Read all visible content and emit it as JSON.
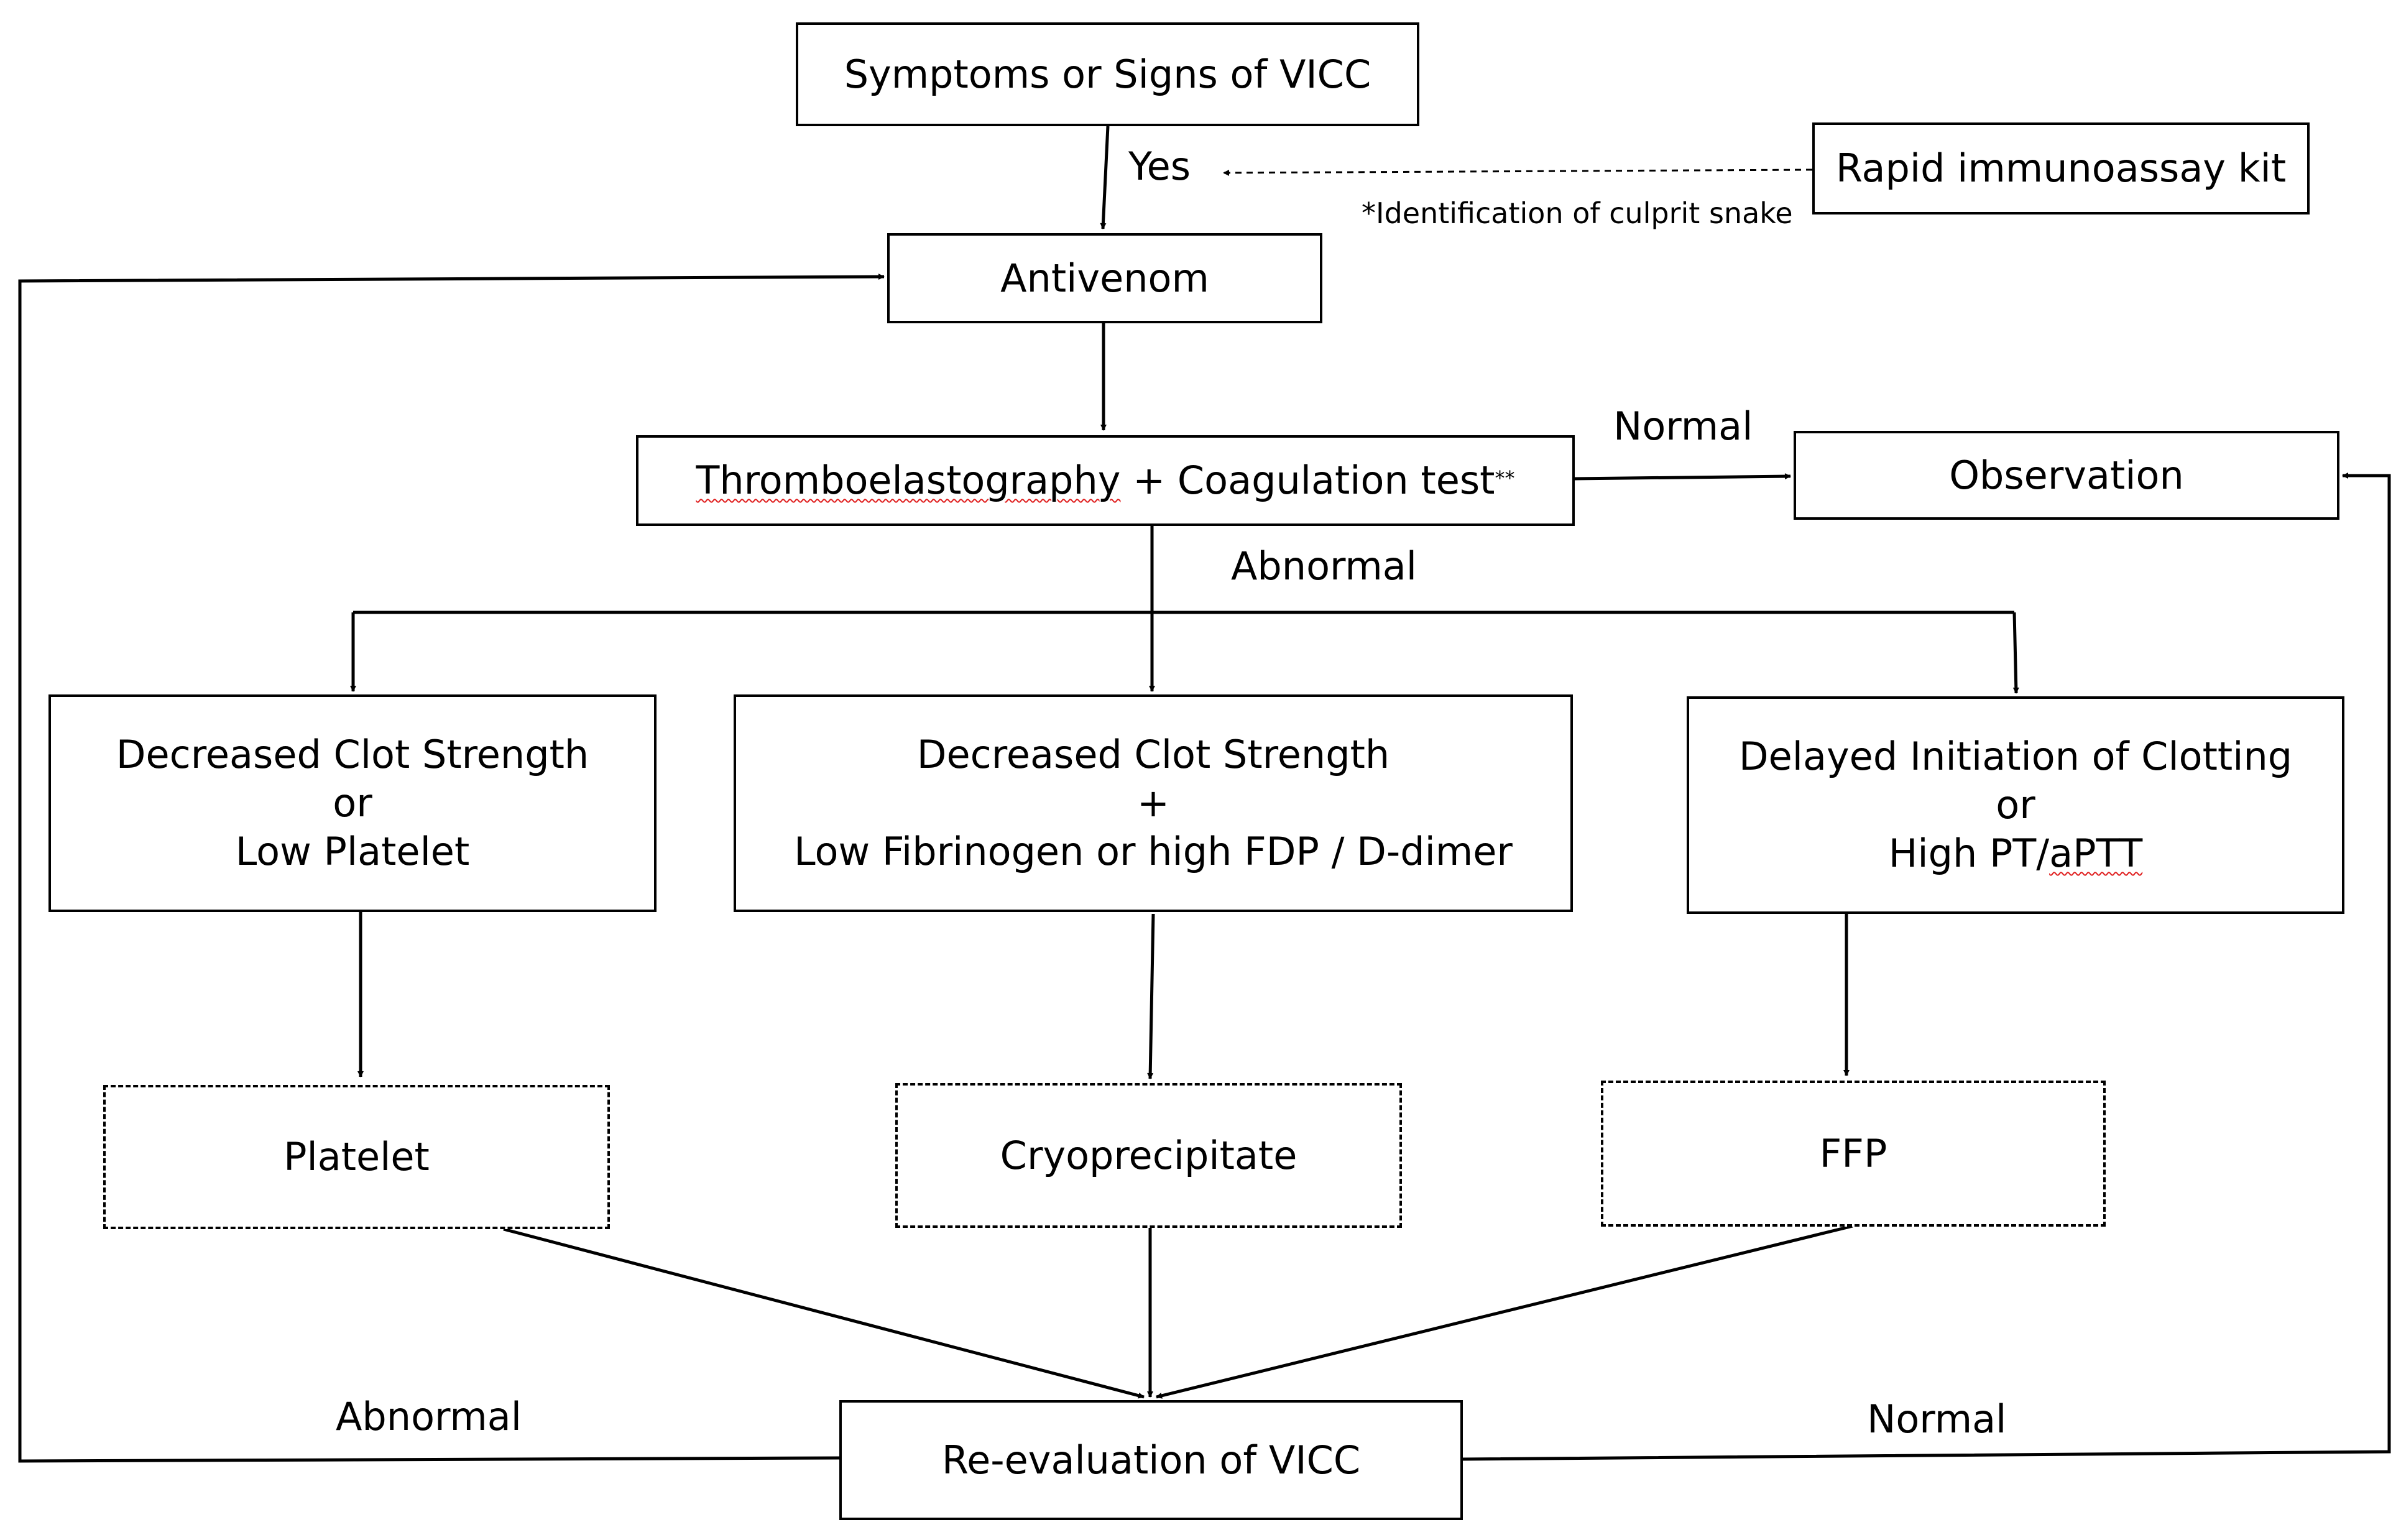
{
  "nodes": {
    "symptoms": "Symptoms or Signs of VICC",
    "kit": "Rapid immunoassay kit",
    "antivenom": "Antivenom",
    "teg_part1": "Thromboelastography",
    "teg_part2": " + Coagulation test",
    "teg_sup": "**",
    "observation": "Observation",
    "left_line1": "Decreased Clot Strength",
    "left_line2": "or",
    "left_line3": "Low Platelet",
    "mid_line1": "Decreased Clot Strength",
    "mid_line2": "+",
    "mid_line3": "Low Fibrinogen or high FDP / D-dimer",
    "right_line1": "Delayed Initiation of Clotting",
    "right_line2": "or",
    "right_line3_part1": "High PT/",
    "right_line3_part2": "aPTT",
    "platelet": "Platelet",
    "cryo": "Cryoprecipitate",
    "ffp": "FFP",
    "reeval": "Re-evaluation of VICC"
  },
  "labels": {
    "yes": "Yes",
    "identification": "*Identification of culprit snake",
    "normal_top": "Normal",
    "abnormal_top": "Abnormal",
    "abnormal_bottom": "Abnormal",
    "normal_bottom": "Normal"
  }
}
